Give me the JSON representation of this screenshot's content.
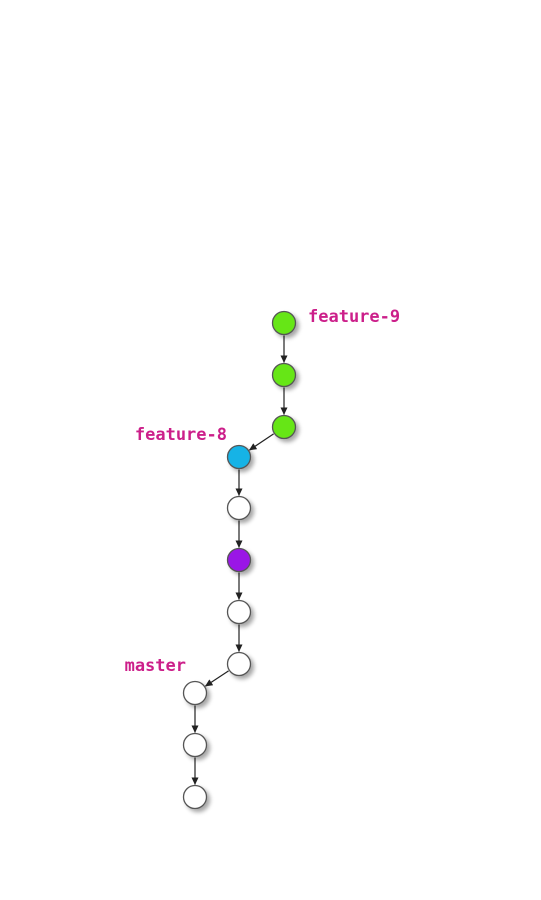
{
  "diagram": {
    "type": "git-commit-graph",
    "colors": {
      "label": "#cc1f8a",
      "edge": "#222222",
      "node_stroke": "#555555",
      "node_default": "#ffffff",
      "feature_9": "#66e619",
      "feature_8": "#16b3e6",
      "highlight": "#9a19e6"
    },
    "branches": [
      {
        "label": "feature-9",
        "tip_commit": "c1"
      },
      {
        "label": "feature-8",
        "tip_commit": "c4"
      },
      {
        "label": "master",
        "tip_commit": "c9"
      }
    ],
    "commits": [
      {
        "id": "c1",
        "color": "feature_9",
        "parent": "c2"
      },
      {
        "id": "c2",
        "color": "feature_9",
        "parent": "c3"
      },
      {
        "id": "c3",
        "color": "feature_9",
        "parent": "c4"
      },
      {
        "id": "c4",
        "color": "feature_8",
        "parent": "c5"
      },
      {
        "id": "c5",
        "color": "node_default",
        "parent": "c6"
      },
      {
        "id": "c6",
        "color": "highlight",
        "parent": "c7"
      },
      {
        "id": "c7",
        "color": "node_default",
        "parent": "c8"
      },
      {
        "id": "c8",
        "color": "node_default",
        "parent": "c9"
      },
      {
        "id": "c9",
        "color": "node_default",
        "parent": "c10"
      },
      {
        "id": "c10",
        "color": "node_default",
        "parent": "c11"
      },
      {
        "id": "c11",
        "color": "node_default",
        "parent": null
      }
    ]
  }
}
